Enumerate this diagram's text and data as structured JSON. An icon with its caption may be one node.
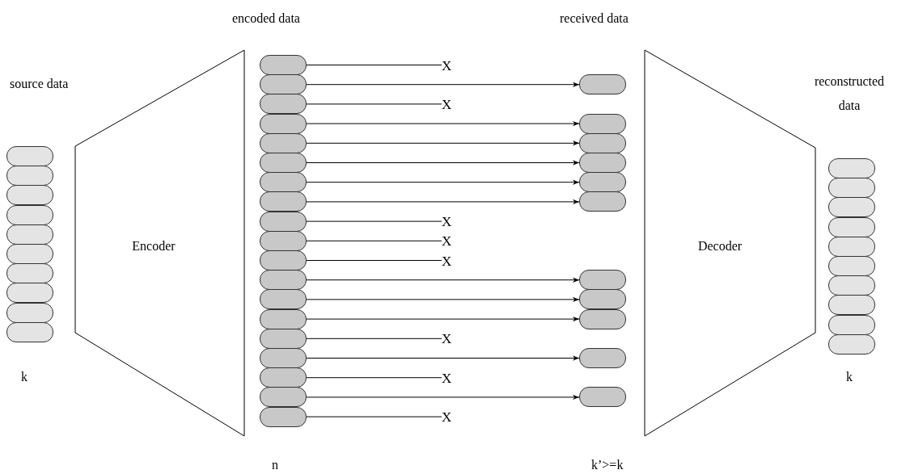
{
  "diagram": {
    "nodes": [
      {
        "text": [],
        "shape": "box"
      },
      {
        "text": [],
        "shape": "box"
      },
      {
        "text": [],
        "shape": "box"
      },
      {
        "text": [],
        "shape": "box"
      },
      {
        "text": [],
        "shape": "box"
      },
      {
        "text": [],
        "shape": "box"
      },
      {
        "text": [],
        "shape": "box"
      },
      {
        "text": [],
        "shape": "box"
      },
      {
        "text": [],
        "shape": "box"
      },
      {
        "text": [],
        "shape": "box"
      },
      {
        "text": [
          "Encoder"
        ]
      },
      {
        "text": [],
        "shape": "box"
      },
      {
        "text": [],
        "shape": "box"
      },
      {
        "text": [],
        "shape": "box"
      },
      {
        "text": [],
        "shape": "box"
      },
      {
        "text": [],
        "shape": "box"
      },
      {
        "text": [],
        "shape": "box"
      },
      {
        "text": [],
        "shape": "box"
      },
      {
        "text": [],
        "shape": "box"
      },
      {
        "text": [],
        "shape": "box"
      },
      {
        "text": [],
        "shape": "box"
      },
      {
        "text": [],
        "shape": "box"
      },
      {
        "text": [],
        "shape": "box"
      },
      {
        "text": [],
        "shape": "box"
      },
      {
        "text": [],
        "shape": "box"
      },
      {
        "text": [],
        "shape": "box"
      },
      {
        "text": [],
        "shape": "box"
      },
      {
        "text": [],
        "shape": "box"
      },
      {
        "text": [],
        "shape": "box"
      },
      {
        "text": [],
        "shape": "box"
      },
      {
        "text": [
          "X"
        ]
      },
      {
        "text": [],
        "shape": "box"
      },
      {
        "text": [
          "X"
        ]
      },
      {
        "text": [],
        "shape": "box"
      },
      {
        "text": [],
        "shape": "box"
      },
      {
        "text": [],
        "shape": "box"
      },
      {
        "text": [],
        "shape": "box"
      },
      {
        "text": [],
        "shape": "box"
      },
      {
        "text": [
          "X"
        ]
      },
      {
        "text": [
          "X"
        ]
      },
      {
        "text": [
          "X"
        ]
      },
      {
        "text": [],
        "shape": "box"
      },
      {
        "text": [],
        "shape": "box"
      },
      {
        "text": [],
        "shape": "box"
      },
      {
        "text": [
          "X"
        ]
      },
      {
        "text": [],
        "shape": "box"
      },
      {
        "text": [
          "X"
        ]
      },
      {
        "text": [],
        "shape": "box"
      },
      {
        "text": [
          "X"
        ]
      },
      {
        "text": [
          "Decoder"
        ]
      },
      {
        "text": [],
        "shape": "box"
      },
      {
        "text": [],
        "shape": "box"
      },
      {
        "text": [],
        "shape": "box"
      },
      {
        "text": [],
        "shape": "box"
      },
      {
        "text": [],
        "shape": "box"
      },
      {
        "text": [],
        "shape": "box"
      },
      {
        "text": [],
        "shape": "box"
      },
      {
        "text": [],
        "shape": "box"
      },
      {
        "text": [],
        "shape": "box"
      },
      {
        "text": [],
        "shape": "box"
      }
    ],
    "edges": [
      {
        "from": 11,
        "to": 30,
        "arrow": "none"
      },
      {
        "from": 12,
        "to": 31,
        "arrow": "to"
      },
      {
        "from": 13,
        "to": 32,
        "arrow": "none"
      },
      {
        "from": 14,
        "to": 33,
        "arrow": "to"
      },
      {
        "from": 15,
        "to": 34,
        "arrow": "to"
      },
      {
        "from": 16,
        "to": 35,
        "arrow": "to"
      },
      {
        "from": 17,
        "to": 36,
        "arrow": "to"
      },
      {
        "from": 18,
        "to": 37,
        "arrow": "to"
      },
      {
        "from": 19,
        "to": 38,
        "arrow": "none"
      },
      {
        "from": 20,
        "to": 39,
        "arrow": "none"
      },
      {
        "from": 21,
        "to": 40,
        "arrow": "none"
      },
      {
        "from": 22,
        "to": 41,
        "arrow": "to"
      },
      {
        "from": 23,
        "to": 42,
        "arrow": "to"
      },
      {
        "from": 24,
        "to": 43,
        "arrow": "to"
      },
      {
        "from": 25,
        "to": 44,
        "arrow": "none"
      },
      {
        "from": 26,
        "to": 45,
        "arrow": "to"
      },
      {
        "from": 27,
        "to": 46,
        "arrow": "none"
      },
      {
        "from": 28,
        "to": 47,
        "arrow": "to"
      },
      {
        "from": 29,
        "to": 48,
        "arrow": "none"
      }
    ],
    "labels": [
      "encoded data",
      "received data",
      "source data",
      "reconstructed data",
      "k",
      "k",
      "n",
      "k’>=k"
    ]
  }
}
